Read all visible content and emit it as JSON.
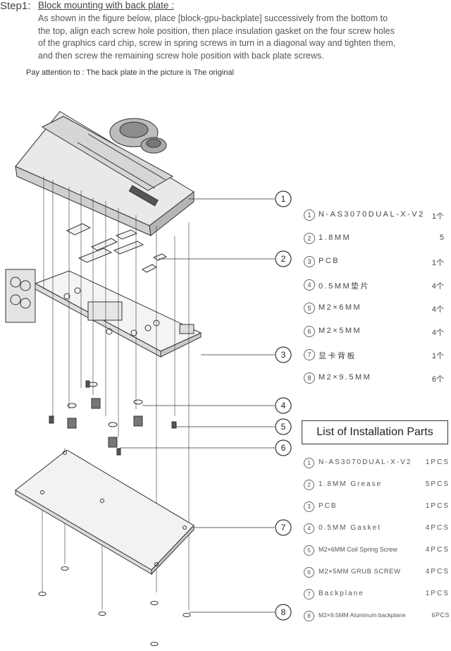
{
  "step": {
    "label": "Step1:",
    "title": "Block mounting with back plate :",
    "lines": [
      "As shown in the figure below, place [block-gpu-backplate] successively from the bottom to",
      "the top, align each screw hole position, then place insulation gasket on the four screw holes",
      "of the graphics card chip, screw in spring screws in turn in a diagonal way and tighten them,",
      "and then screw the remaining screw hole position with back plate screws."
    ]
  },
  "notice": "Pay attention to : The back plate in the picture is The original",
  "callouts": [
    "1",
    "2",
    "3",
    "4",
    "5",
    "6",
    "7",
    "8"
  ],
  "parts_table": [
    {
      "num": "1",
      "name": "N-AS3070DUAL-X-V2",
      "qty": "1个"
    },
    {
      "num": "2",
      "name": "1.8MM",
      "qty": "5"
    },
    {
      "num": "3",
      "name": "PCB",
      "qty": "1个"
    },
    {
      "num": "4",
      "name": "0.5MM垫片",
      "qty": "4个"
    },
    {
      "num": "5",
      "name": "M2×6MM",
      "qty": "4个"
    },
    {
      "num": "6",
      "name": "M2×5MM",
      "qty": "4个"
    },
    {
      "num": "7",
      "name": "显卡背板",
      "qty": "1个"
    },
    {
      "num": "8",
      "name": "M2×9.5MM",
      "qty": "6个"
    }
  ],
  "list_title": "List of Installation Parts",
  "installation_list": [
    {
      "num": "1",
      "name": "N-AS3070DUAL-X-V2",
      "qty": "1PCS"
    },
    {
      "num": "2",
      "name": "1.8MM Grease",
      "qty": "5PCS"
    },
    {
      "num": "3",
      "name": "PCB",
      "qty": "1PCS"
    },
    {
      "num": "4",
      "name": "0.5MM Gasket",
      "qty": "4PCS"
    },
    {
      "num": "5",
      "name": "M2×6MM Coil Spring Screw",
      "qty": "4PCS"
    },
    {
      "num": "6",
      "name": "M2×5MM GRUB SCREW",
      "qty": "4PCS"
    },
    {
      "num": "7",
      "name": "Backplane",
      "qty": "1PCS"
    },
    {
      "num": "8",
      "name": "M2×9.5MM Aluminum backplane",
      "qty": "6PCS"
    }
  ]
}
